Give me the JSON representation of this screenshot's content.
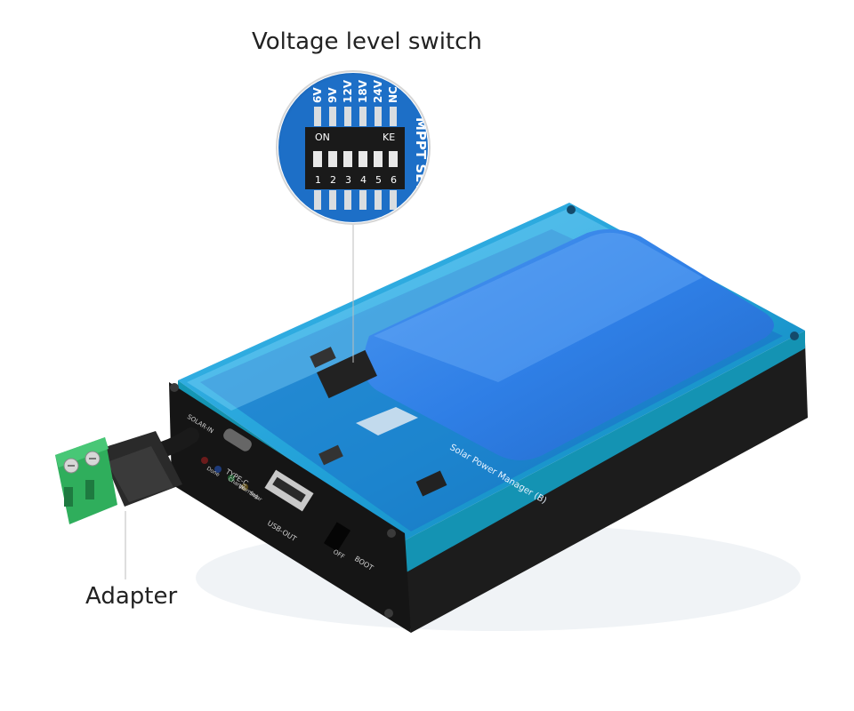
{
  "callouts": {
    "voltage_level_switch": "Voltage level switch",
    "adapter": "Adapter"
  },
  "board_print": {
    "product_name": "Solar Power Manager (B)",
    "mppt_label": "MPPT SET",
    "dip_header_on": "ON",
    "dip_header_right": "KE",
    "dip_voltages": [
      "6V",
      "9V",
      "12V",
      "18V",
      "24V",
      "NC"
    ],
    "dip_numbers": [
      "1",
      "2",
      "3",
      "4",
      "5",
      "6"
    ],
    "solar_in": "SOLAR-IN",
    "type_c": "TYPE-C",
    "usb_out": "USB-OUT",
    "boot": "BOOT",
    "off": "OFF",
    "led_labels": [
      "Solar",
      "Warning",
      "Charge",
      "Done"
    ]
  },
  "colors": {
    "enclosure_blue": "#2aa8e0",
    "battery_blue": "#2f7fe6",
    "pcb_blue": "#1b6fc8",
    "terminal_green": "#2fae5c",
    "frame_black": "#1c1c1c"
  }
}
